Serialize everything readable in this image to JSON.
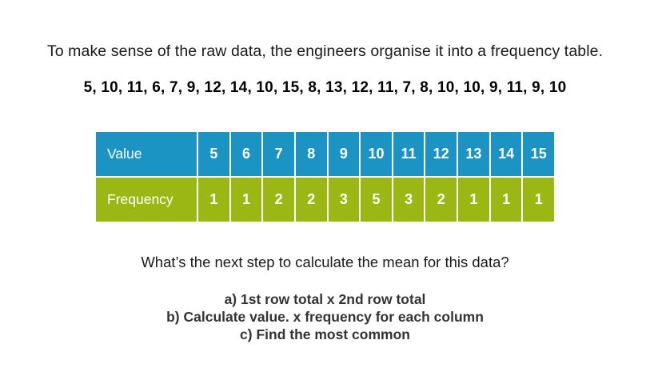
{
  "intro": "To make sense of the raw data, the engineers organise it into a frequency table.",
  "raw_data": "5, 10, 11, 6, 7, 9, 12, 14, 10, 15, 8, 13, 12, 11, 7, 8, 10, 10, 9, 11, 9, 10",
  "table": {
    "value_label": "Value",
    "frequency_label": "Frequency",
    "values": [
      "5",
      "6",
      "7",
      "8",
      "9",
      "10",
      "11",
      "12",
      "13",
      "14",
      "15"
    ],
    "frequencies": [
      "1",
      "1",
      "2",
      "2",
      "3",
      "5",
      "3",
      "2",
      "1",
      "1",
      "1"
    ],
    "value_color": "#1b94c4",
    "frequency_color": "#9bb713"
  },
  "question": "What’s the next step to calculate the mean for this data?",
  "options": [
    "a) 1st row total x 2nd row total",
    "b) Calculate value. x frequency for each column",
    "c) Find the most common"
  ]
}
